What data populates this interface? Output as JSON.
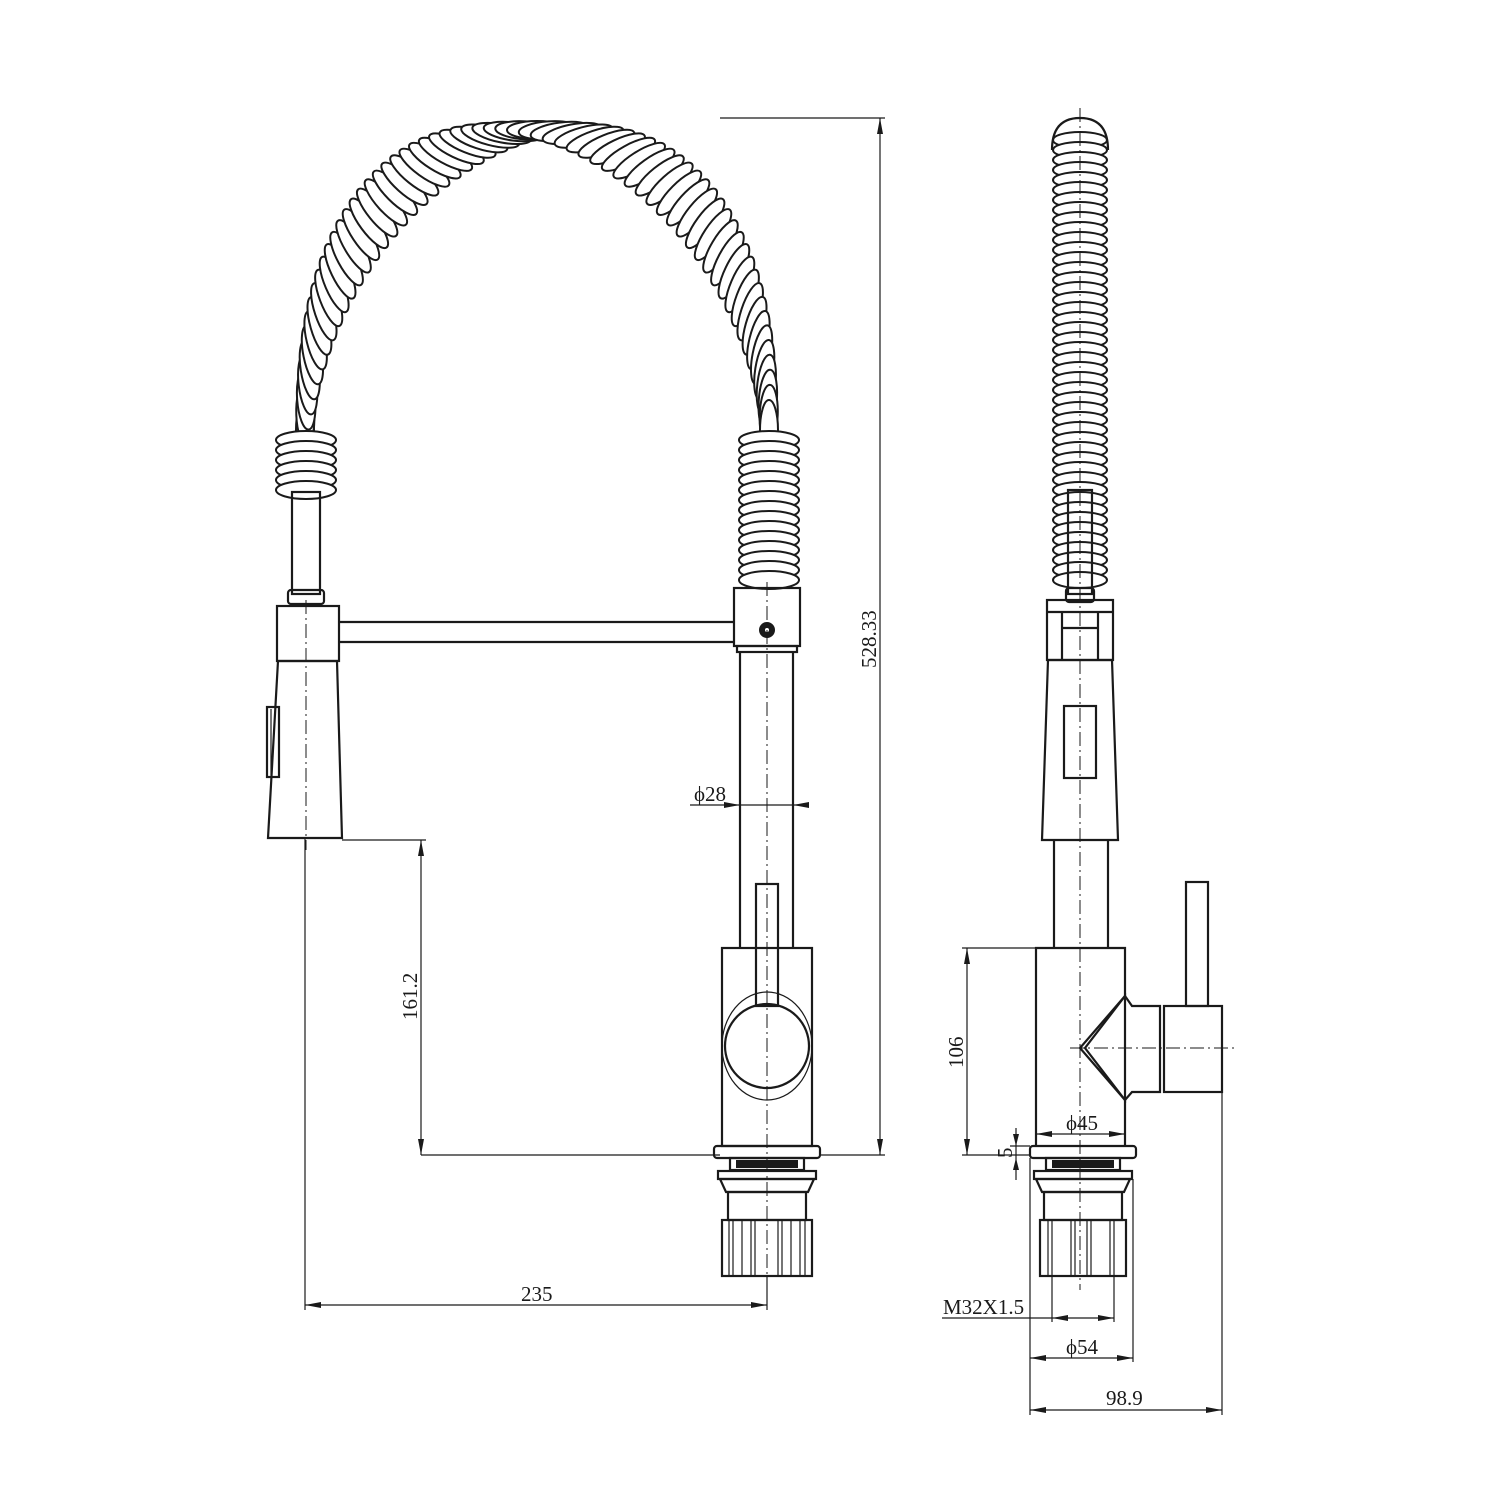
{
  "drawing": {
    "subject": "Pull-down spring kitchen faucet",
    "views": [
      "front-view",
      "side-view"
    ],
    "line_color": "#1a1a1a",
    "background": "#ffffff"
  },
  "dimensions": {
    "front": {
      "total_height": "528.33",
      "spout_height": "161.2",
      "reach": "235",
      "body_diameter": "ϕ28"
    },
    "side": {
      "valve_body_height": "106",
      "base_diameter": "ϕ45",
      "base_plate_thickness": "5",
      "thread": "M32X1.5",
      "flange_diameter": "ϕ54",
      "total_depth": "98.9"
    }
  }
}
